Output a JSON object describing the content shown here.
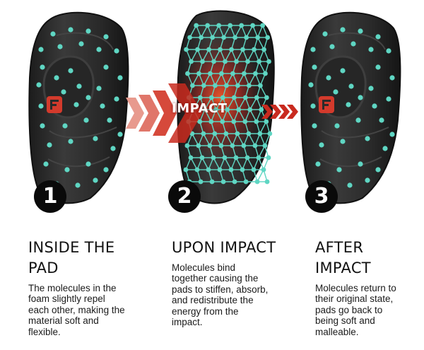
{
  "stages": [
    {
      "number": "1",
      "title_lines": [
        "INSIDE THE",
        "PAD"
      ],
      "description": "The molecules in the foam slightly repel each other, making the material soft and flexible."
    },
    {
      "number": "2",
      "title_lines": [
        "UPON IMPACT"
      ],
      "description": "Molecules bind together causing the pads to stiffen, absorb, and redistribute the energy from the impact."
    },
    {
      "number": "3",
      "title_lines": [
        "AFTER",
        "IMPACT"
      ],
      "description": "Molecules return to their original state, pads go back to being soft and malleable."
    }
  ],
  "impact_label": "IMPACT",
  "colors": {
    "pad": "#2b2b2b",
    "pad_edge": "#1a1a1a",
    "molecule": "#5fd6c3",
    "impact_red": "#d63a2a",
    "arrow_red": "#c92a1f",
    "logo_red": "#d33a2c"
  },
  "icons": {
    "logo": "g-form-logo",
    "arrows": "chevron-arrows"
  }
}
